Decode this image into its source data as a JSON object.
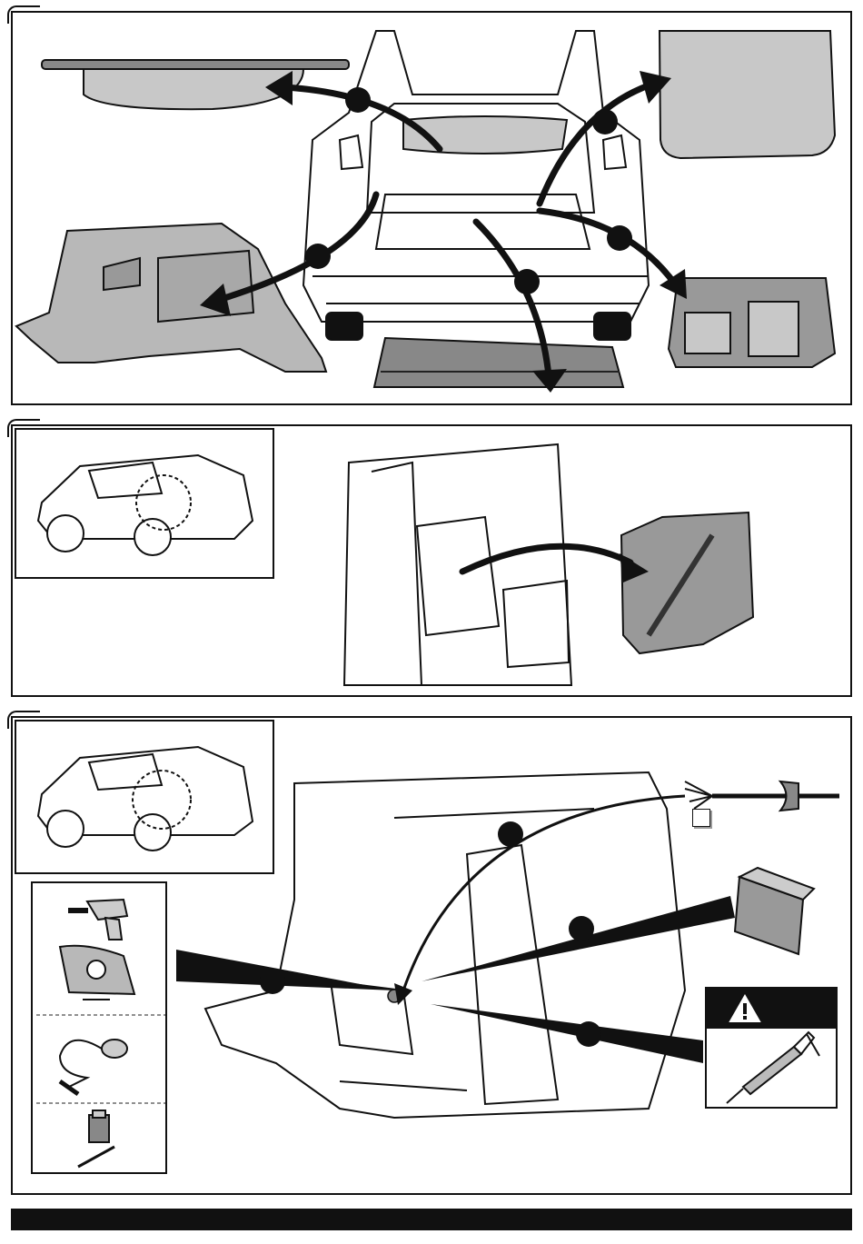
{
  "steps": [
    {
      "id": "step-1",
      "callouts": 5
    },
    {
      "id": "step-2",
      "callouts": 0
    },
    {
      "id": "step-3",
      "callouts": 4
    }
  ],
  "icons": {
    "warning": "warning-triangle-icon",
    "drill": "drill-icon",
    "hole": "hole-diameter-icon",
    "vacuum": "vacuum-icon",
    "primer": "primer-bottle-icon",
    "sealant": "sealant-gun-icon",
    "cable": "cable-grommet-icon"
  },
  "colors": {
    "line": "#111111",
    "part_fill": "#c8c8c8",
    "part_dark": "#8a8a8a",
    "accent": "#111111"
  }
}
